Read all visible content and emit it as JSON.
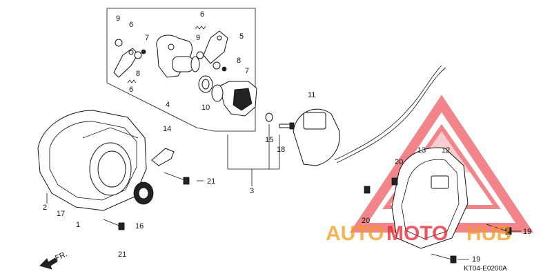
{
  "diagram": {
    "code": "KT04-E0200A",
    "direction_label": "FR.",
    "callouts": [
      "9",
      "6",
      "7",
      "8",
      "6",
      "4",
      "6",
      "9",
      "5",
      "8",
      "7",
      "10",
      "11",
      "14",
      "15",
      "18",
      "3",
      "2",
      "17",
      "1",
      "21",
      "16",
      "21",
      "13",
      "12",
      "20",
      "20",
      "19",
      "19"
    ]
  },
  "watermark": {
    "text_a": "AUTO",
    "text_b": "MOTO",
    "text_c": "HUB",
    "color_red": "#e8222a",
    "color_orange": "#f29a1f"
  }
}
